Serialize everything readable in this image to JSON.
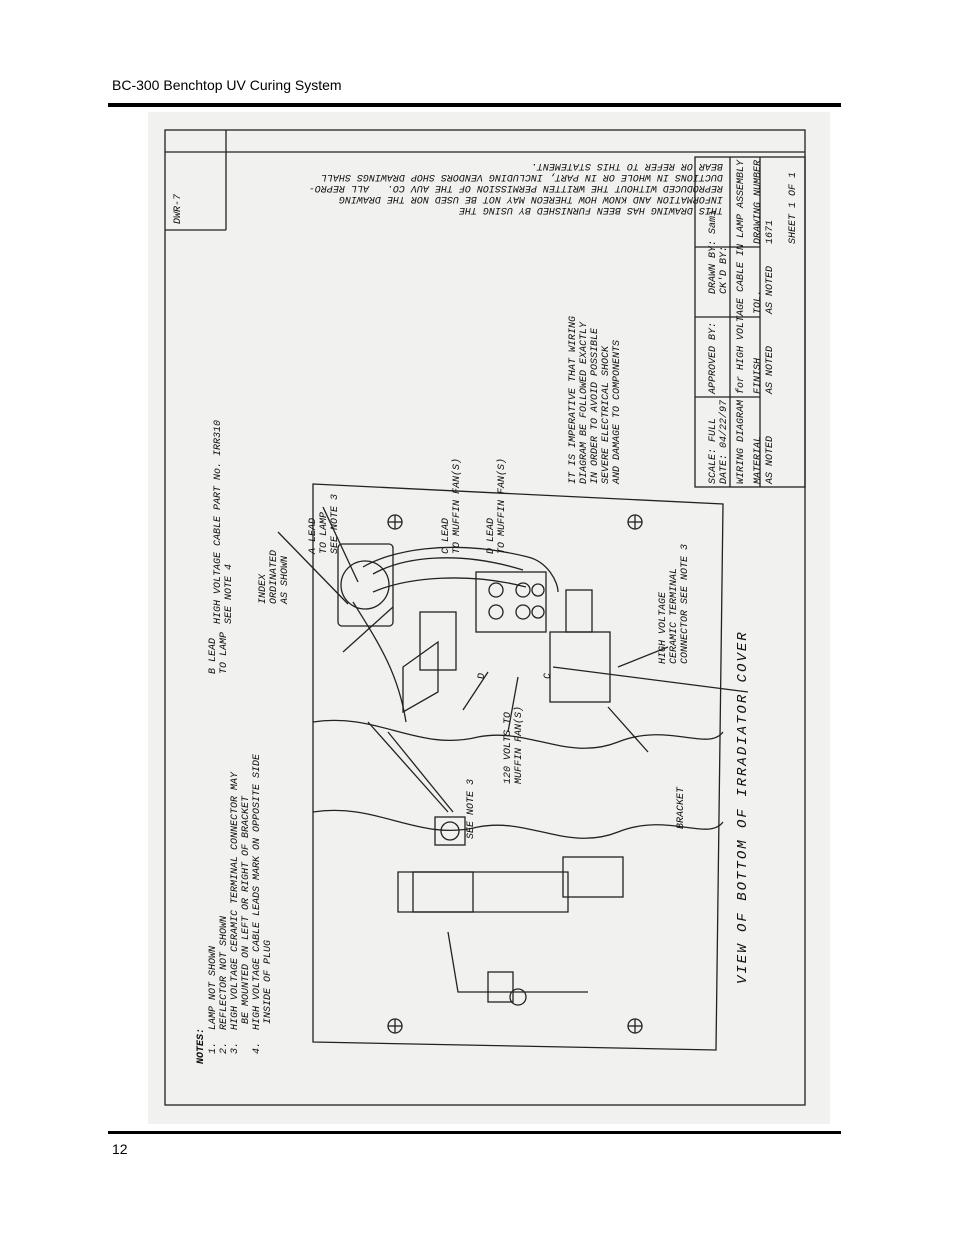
{
  "header": {
    "title": "BC-300 Benchtop UV Curing System"
  },
  "footer": {
    "page_number": "12"
  },
  "drawing": {
    "caption": "VIEW OF BOTTOM OF IRRADIATOR COVER",
    "notes_title": "NOTES:",
    "notes": [
      "1.  LAMP NOT SHOWN",
      "2.  REFLECTOR NOT SHOWN",
      "3.  HIGH VOLTAGE CERAMIC TERMINAL CONNECTOR MAY",
      "     BE MOUNTED ON LEFT OR RIGHT OF BRACKET",
      "4.  HIGH VOLTAGE CABLE LEADS MARK ON OPPOSITE SIDE",
      "     INSIDE OF PLUG"
    ],
    "labels": {
      "hv_cable": [
        "HIGH VOLTAGE CABLE PART No. IRR310",
        "SEE NOTE 4"
      ],
      "index": [
        "INDEX",
        "ORDINATED",
        "AS SHOWN"
      ],
      "a_lead": [
        "A LEAD",
        "TO LAMP",
        "SEE NOTE 3"
      ],
      "c_lead": [
        "C LEAD",
        "TO MUFFIN FAN(S)"
      ],
      "d_lead": [
        "D LEAD",
        "TO MUFFIN FAN(S)"
      ],
      "b_lead": [
        "B LEAD",
        "TO LAMP"
      ],
      "see_note_3": "SEE NOTE 3",
      "volts_120": [
        "120 VOLTS TO",
        "MUFFIN FAN(S)"
      ],
      "hv_terminal": [
        "HIGH VOLTAGE",
        "CERAMIC TERMINAL",
        "CONNECTOR SEE NOTE 3"
      ],
      "bracket": "BRACKET",
      "marker_d": "D",
      "marker_c": "C"
    },
    "warning": [
      "IT IS IMPERATIVE THAT WIRING",
      "DIAGRAM BE FOLLOWED EXACTLY",
      "IN ORDER TO AVOID POSSIBLE",
      "SEVERE ELECTRICAL SHOCK",
      "AND DAMAGE TO COMPONENTS"
    ],
    "copyright": [
      "THIS DRAWING HAS BEEN FURNISHED BY USING THE",
      "INFORMATION AND KNOW HOW THEREON MAY NOT BE USED NOR THE DRAWING",
      "REPRODUCED WITHOUT THE WRITTEN PERMISSION OF THE AUV CO.   ALL REPRO-",
      "DUCTIONS IN WHOLE OR IN PART, INCLUDING VENDORS SHOP DRAWINGS SHALL",
      "BEAR OR REFER TO THIS STATEMENT."
    ],
    "title_block": {
      "dwg_no": "DWR-7",
      "scale": "SCALE: FULL",
      "date": "DATE: 04/22/97",
      "approved": "APPROVED BY:",
      "drawn": "DRAWN BY: Sami",
      "checked": "CK'D BY:",
      "title": "WIRING DIAGRAM for HIGH VOLTAGE CABLE IN LAMP ASSEMBLY",
      "material_h": "MATERIAL",
      "material": "AS NOTED",
      "finish_h": "FINISH",
      "finish": "AS NOTED",
      "tol_h": "TOL.",
      "tol": "AS NOTED",
      "drawing_number_h": "DRAWING NUMBER",
      "drawing_number": "1671",
      "sheet": "SHEET 1 OF 1"
    }
  }
}
